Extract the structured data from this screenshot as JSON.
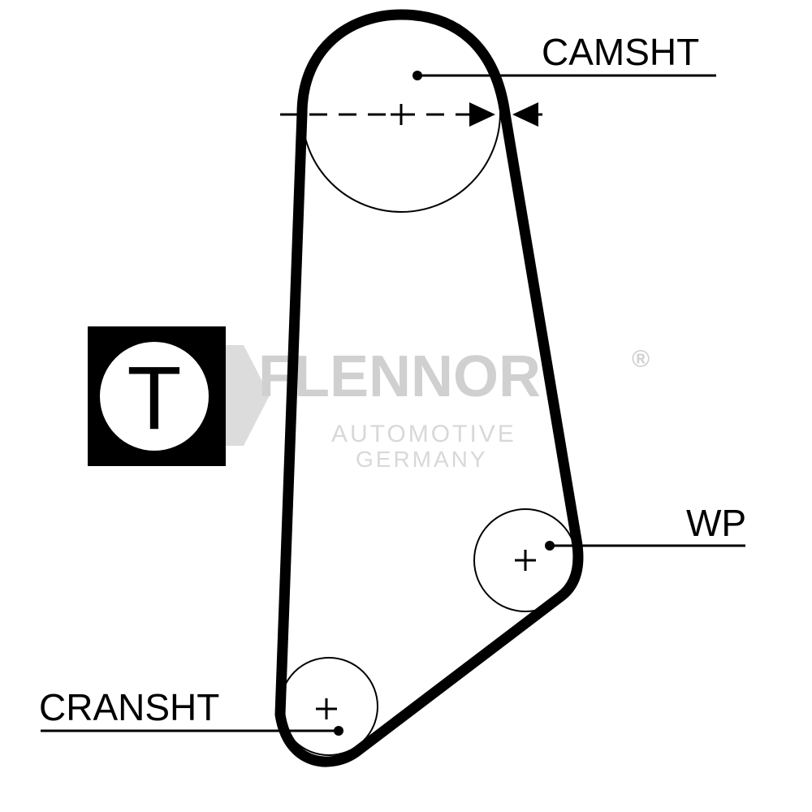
{
  "labels": {
    "camshaft": "CAMSHT",
    "water_pump": "WP",
    "crankshaft": "CRANSHT"
  },
  "tensioner_badge": {
    "letter": "T"
  },
  "watermark": {
    "brand": "FLENNOR",
    "registered": "®",
    "line1": "AUTOMOTIVE",
    "line2": "GERMANY"
  },
  "colors": {
    "ink": "#000000",
    "watermark": "#d0d0d0",
    "background": "#ffffff"
  }
}
